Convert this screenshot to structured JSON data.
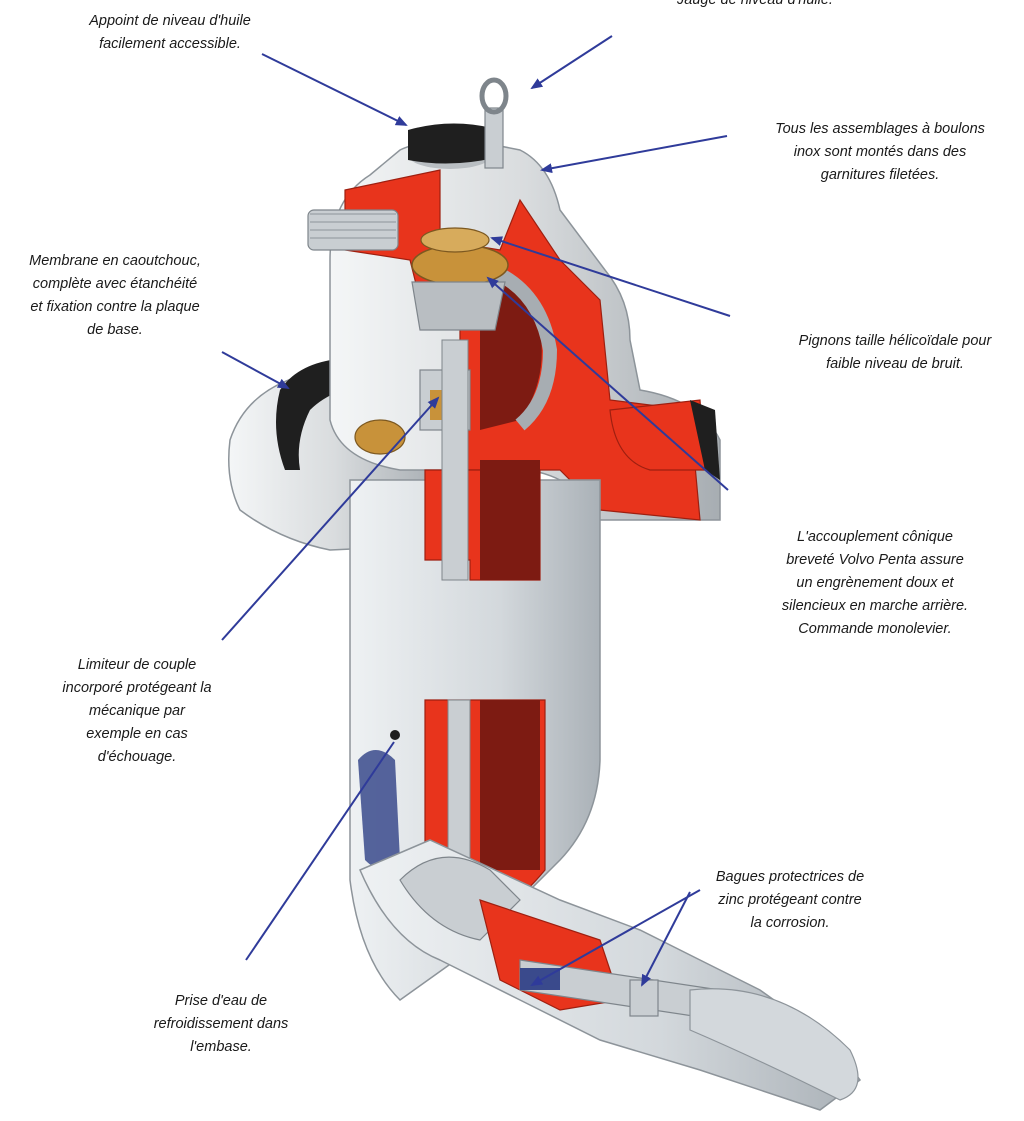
{
  "diagram": {
    "colors": {
      "housing": "#d9dcde",
      "housing_shadow": "#a7adb2",
      "cutaway": "#e8341c",
      "cutaway_dark": "#9e1f10",
      "rubber": "#1f1f1f",
      "brass": "#c8923a",
      "water": "#3a4a8c",
      "leader": "#2f3b9a",
      "text": "#1a1a1a"
    },
    "labels": {
      "jauge": "Jauge de niveau d'huile.",
      "appoint": "Appoint de niveau d'huile\nfacilement accessible.",
      "boulons": "Tous les assemblages à boulons\ninox sont montés dans des\ngarnitures filetées.",
      "membrane": "Membrane en caoutchouc,\ncomplète avec étanchéité\net fixation contre la plaque\nde base.",
      "pignons": "Pignons taille hélicoïdale pour\nfaible niveau de bruit.",
      "accouplement": "L'accouplement cônique\nbreveté Volvo Penta assure\nun engrènement doux et\nsilencieux en marche arrière.\nCommande monolevier.",
      "limiteur": "Limiteur de couple\nincorporé protégeant la\nmécanique par\nexemple en cas\nd'échouage.",
      "bagues": "Bagues protectrices de\nzinc protégeant contre\nla corrosion.",
      "prise": "Prise d'eau de\nrefroidissement dans\nl'embase."
    }
  }
}
